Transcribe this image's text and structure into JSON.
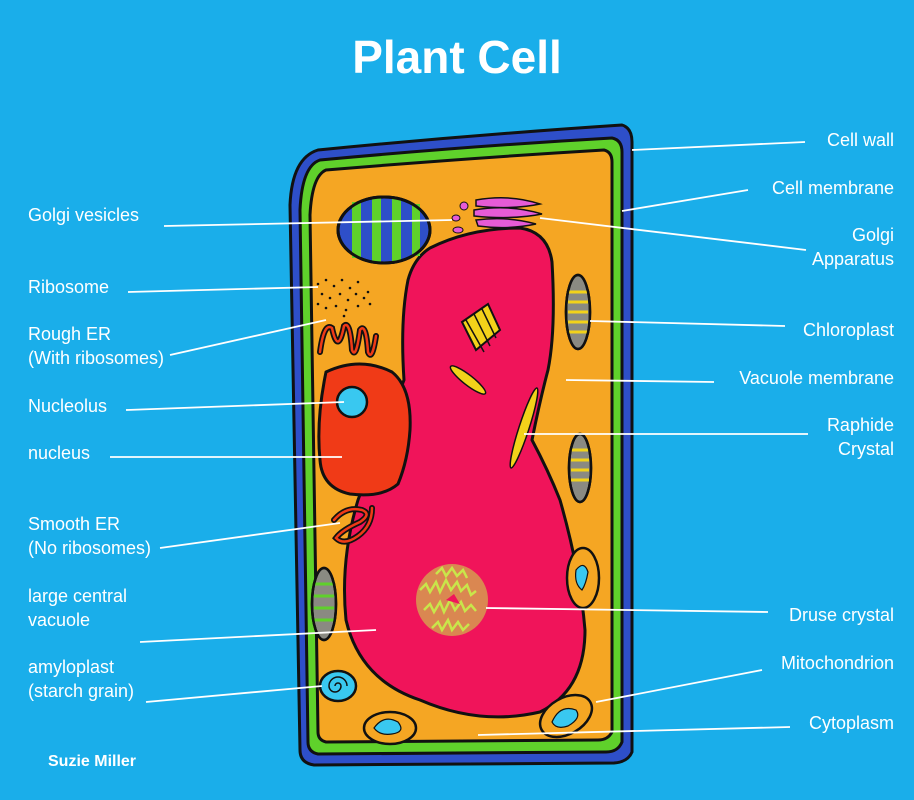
{
  "title": "Plant Cell",
  "author": "Suzie Miller",
  "labels_left": {
    "golgi_vesicles": "Golgi vesicles",
    "ribosome": "Ribosome",
    "rough_er_1": "Rough ER",
    "rough_er_2": "(With ribosomes)",
    "nucleolus": "Nucleolus",
    "nucleus": "nucleus",
    "smooth_er_1": "Smooth ER",
    "smooth_er_2": "(No ribosomes)",
    "vacuole_1": "large central",
    "vacuole_2": "vacuole",
    "amyloplast_1": "amyloplast",
    "amyloplast_2": "(starch grain)"
  },
  "labels_right": {
    "cell_wall": "Cell wall",
    "cell_membrane": "Cell membrane",
    "golgi_1": "Golgi",
    "golgi_2": "Apparatus",
    "chloroplast": "Chloroplast",
    "vacuole_membrane": "Vacuole membrane",
    "raphide_1": "Raphide",
    "raphide_2": "Crystal",
    "druse": "Druse crystal",
    "mitochondrion": "Mitochondrion",
    "cytoplasm": "Cytoplasm"
  },
  "colors": {
    "background": "#1aaeea",
    "cell_wall": "#2e4fc9",
    "cell_membrane": "#5fd12b",
    "cytoplasm": "#f5a623",
    "vacuole": "#f0145a",
    "nucleus": "#f03a17",
    "nucleolus": "#39c8f0",
    "golgi": "#e65bd6",
    "raphide": "#f2d21a",
    "druse": "#c9e64a"
  }
}
